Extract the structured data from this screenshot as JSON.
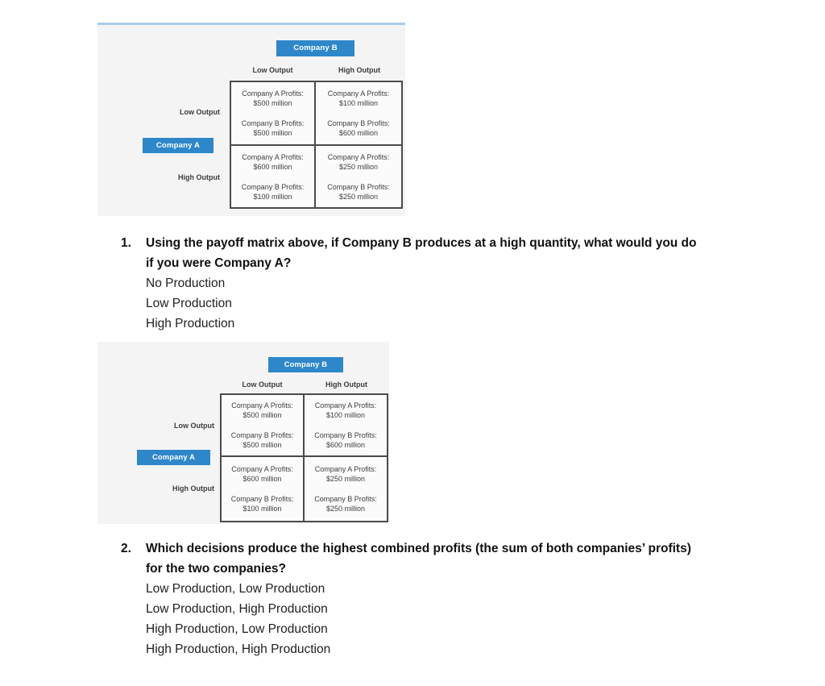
{
  "colors": {
    "accent_blue": "#2e87c9",
    "figure_background": "#f4f4f5",
    "figure_top_line": "#a9cce8",
    "table_border": "#4b4b4b"
  },
  "figure1": {
    "company_b_label": "Company B",
    "company_a_label": "Company A",
    "column_headers": [
      "Low Output",
      "High Output"
    ],
    "row_headers": [
      "Low Output",
      "High Output"
    ],
    "cells": {
      "low_low": {
        "a_label": "Company A Profits:",
        "a_value": "$500 million",
        "b_label": "Company B Profits:",
        "b_value": "$500 million"
      },
      "low_high": {
        "a_label": "Company A Profits:",
        "a_value": "$100 million",
        "b_label": "Company B Profits:",
        "b_value": "$600 million"
      },
      "high_low": {
        "a_label": "Company A Profits:",
        "a_value": "$600 million",
        "b_label": "Company B Profits:",
        "b_value": "$100 million"
      },
      "high_high": {
        "a_label": "Company A Profits:",
        "a_value": "$250 million",
        "b_label": "Company B Profits:",
        "b_value": "$250 million"
      }
    }
  },
  "figure2": {
    "company_b_label": "Company B",
    "company_a_label": "Company A",
    "column_headers": [
      "Low Output",
      "High Output"
    ],
    "row_headers": [
      "Low Output",
      "High Output"
    ],
    "cells": {
      "low_low": {
        "a_label": "Company A Profits:",
        "a_value": "$500 million",
        "b_label": "Company B Profits:",
        "b_value": "$500 million"
      },
      "low_high": {
        "a_label": "Company A Profits:",
        "a_value": "$100 million",
        "b_label": "Company B Profits:",
        "b_value": "$600 million"
      },
      "high_low": {
        "a_label": "Company A Profits:",
        "a_value": "$600 million",
        "b_label": "Company B Profits:",
        "b_value": "$100 million"
      },
      "high_high": {
        "a_label": "Company A Profits:",
        "a_value": "$250 million",
        "b_label": "Company B Profits:",
        "b_value": "$250 million"
      }
    }
  },
  "questions": [
    {
      "number": "1.",
      "lines": [
        "Using the payoff matrix above, if Company B produces at a high quantity, what would you do",
        "if you were Company A?"
      ],
      "options": [
        "No Production",
        "Low Production",
        "High Production"
      ]
    },
    {
      "number": "2.",
      "lines": [
        "Which decisions produce the highest combined profits (the sum of both companies’ profits)",
        "for the two companies?"
      ],
      "options": [
        "Low Production, Low Production",
        "Low Production, High Production",
        "High Production, Low Production",
        "High Production, High Production"
      ]
    }
  ]
}
